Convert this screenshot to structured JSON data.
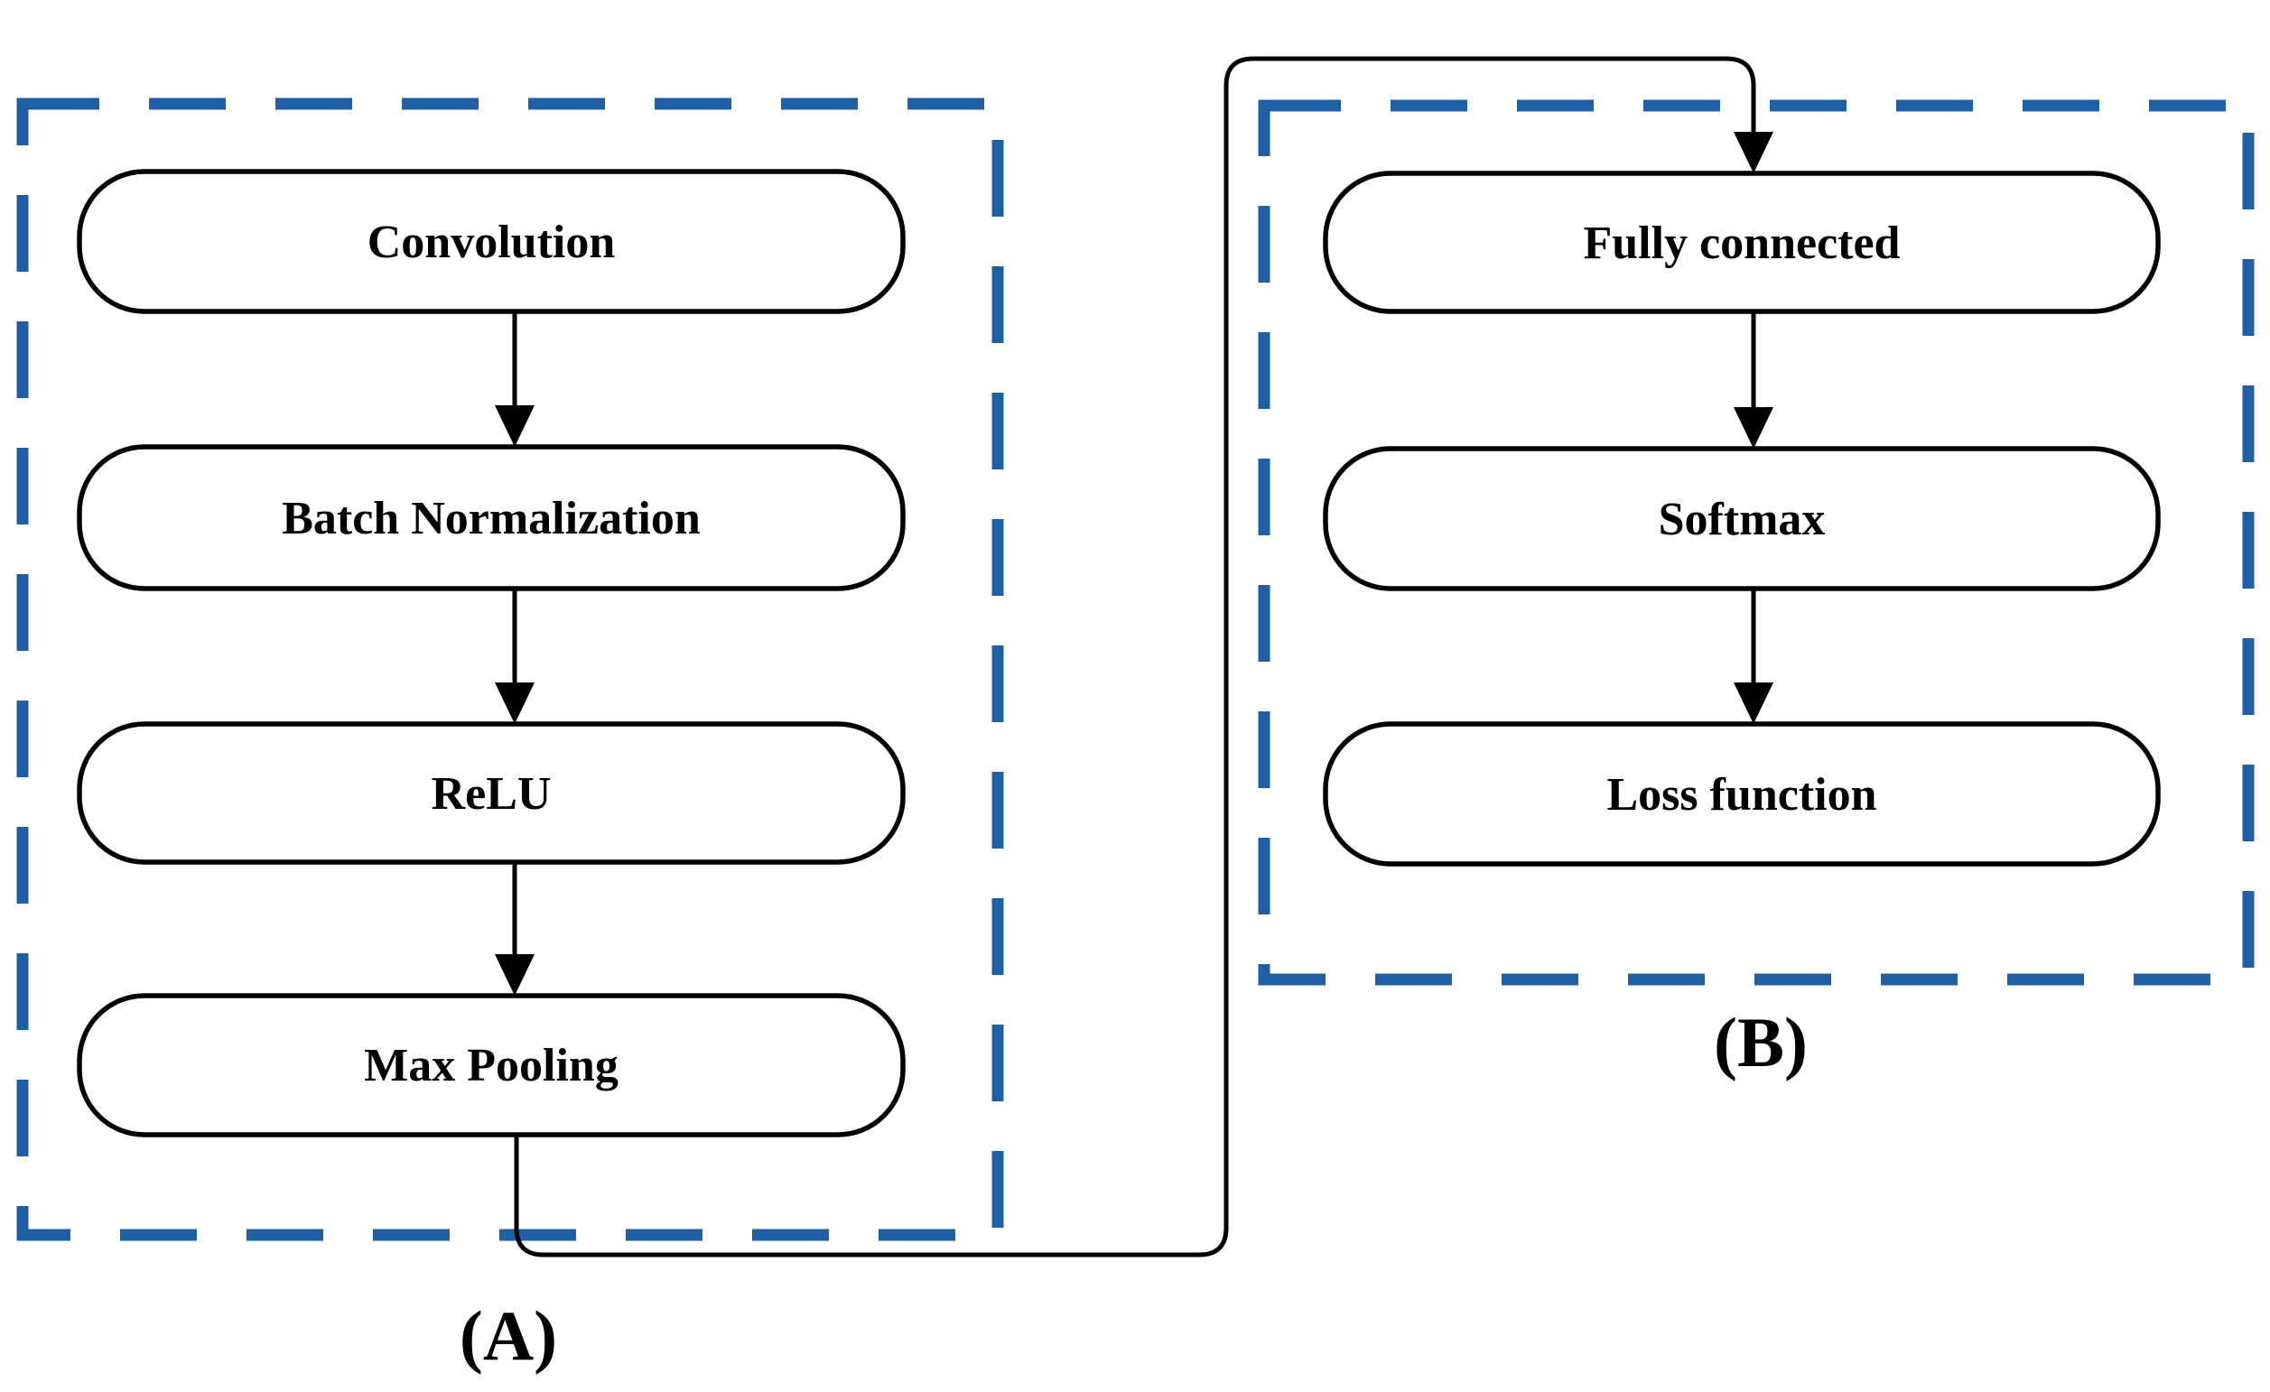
{
  "figure": {
    "background_color": "#ffffff",
    "line_color": "#000000",
    "dashed_border_color": "#1f5fa6"
  },
  "group_a": {
    "label": "(A)",
    "nodes": [
      {
        "label": "Convolution"
      },
      {
        "label": "Batch Normalization"
      },
      {
        "label": "ReLU"
      },
      {
        "label": "Max Pooling"
      }
    ]
  },
  "group_b": {
    "label": "(B)",
    "nodes": [
      {
        "label": "Fully connected"
      },
      {
        "label": "Softmax"
      },
      {
        "label": "Loss function"
      }
    ]
  }
}
